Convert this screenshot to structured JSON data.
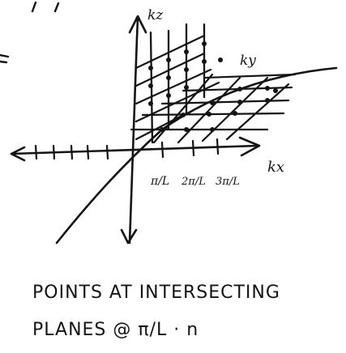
{
  "axes": {
    "kx_label": "kx",
    "ky_label": "ky",
    "kz_label": "kz"
  },
  "tick_labels": [
    "π/L",
    "2π/L",
    "3π/L"
  ],
  "caption": {
    "line1": "POINTS AT INTERSECTING",
    "line2": "PLANES @ π/L · n"
  },
  "colors": {
    "ink": "#141414",
    "paper": "#ffffff"
  }
}
